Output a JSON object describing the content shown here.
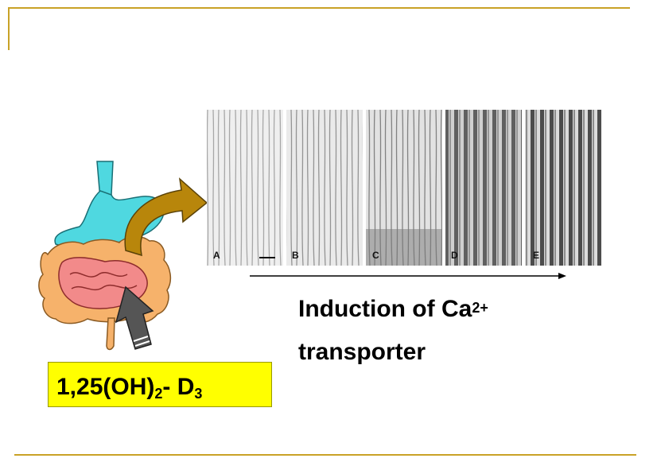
{
  "slide": {
    "caption": {
      "line1_text": "Induction of Ca",
      "line1_sup": "2+",
      "line2_text": "transporter"
    },
    "vitamin_label": {
      "part1": "1,25(OH)",
      "sub1": "2",
      "part2": "- D",
      "sub2": "3"
    },
    "micrograph_panels": [
      "A",
      "B",
      "C",
      "D",
      "E"
    ],
    "colors": {
      "rule": "#c9a227",
      "vitamin_box": "#ffff00",
      "stomach": "#4fd8e0",
      "colon": "#f6b26b",
      "small_intestine": "#f28a8a",
      "curved_arrow": "#b8860b",
      "up_arrow": "#555555"
    }
  }
}
